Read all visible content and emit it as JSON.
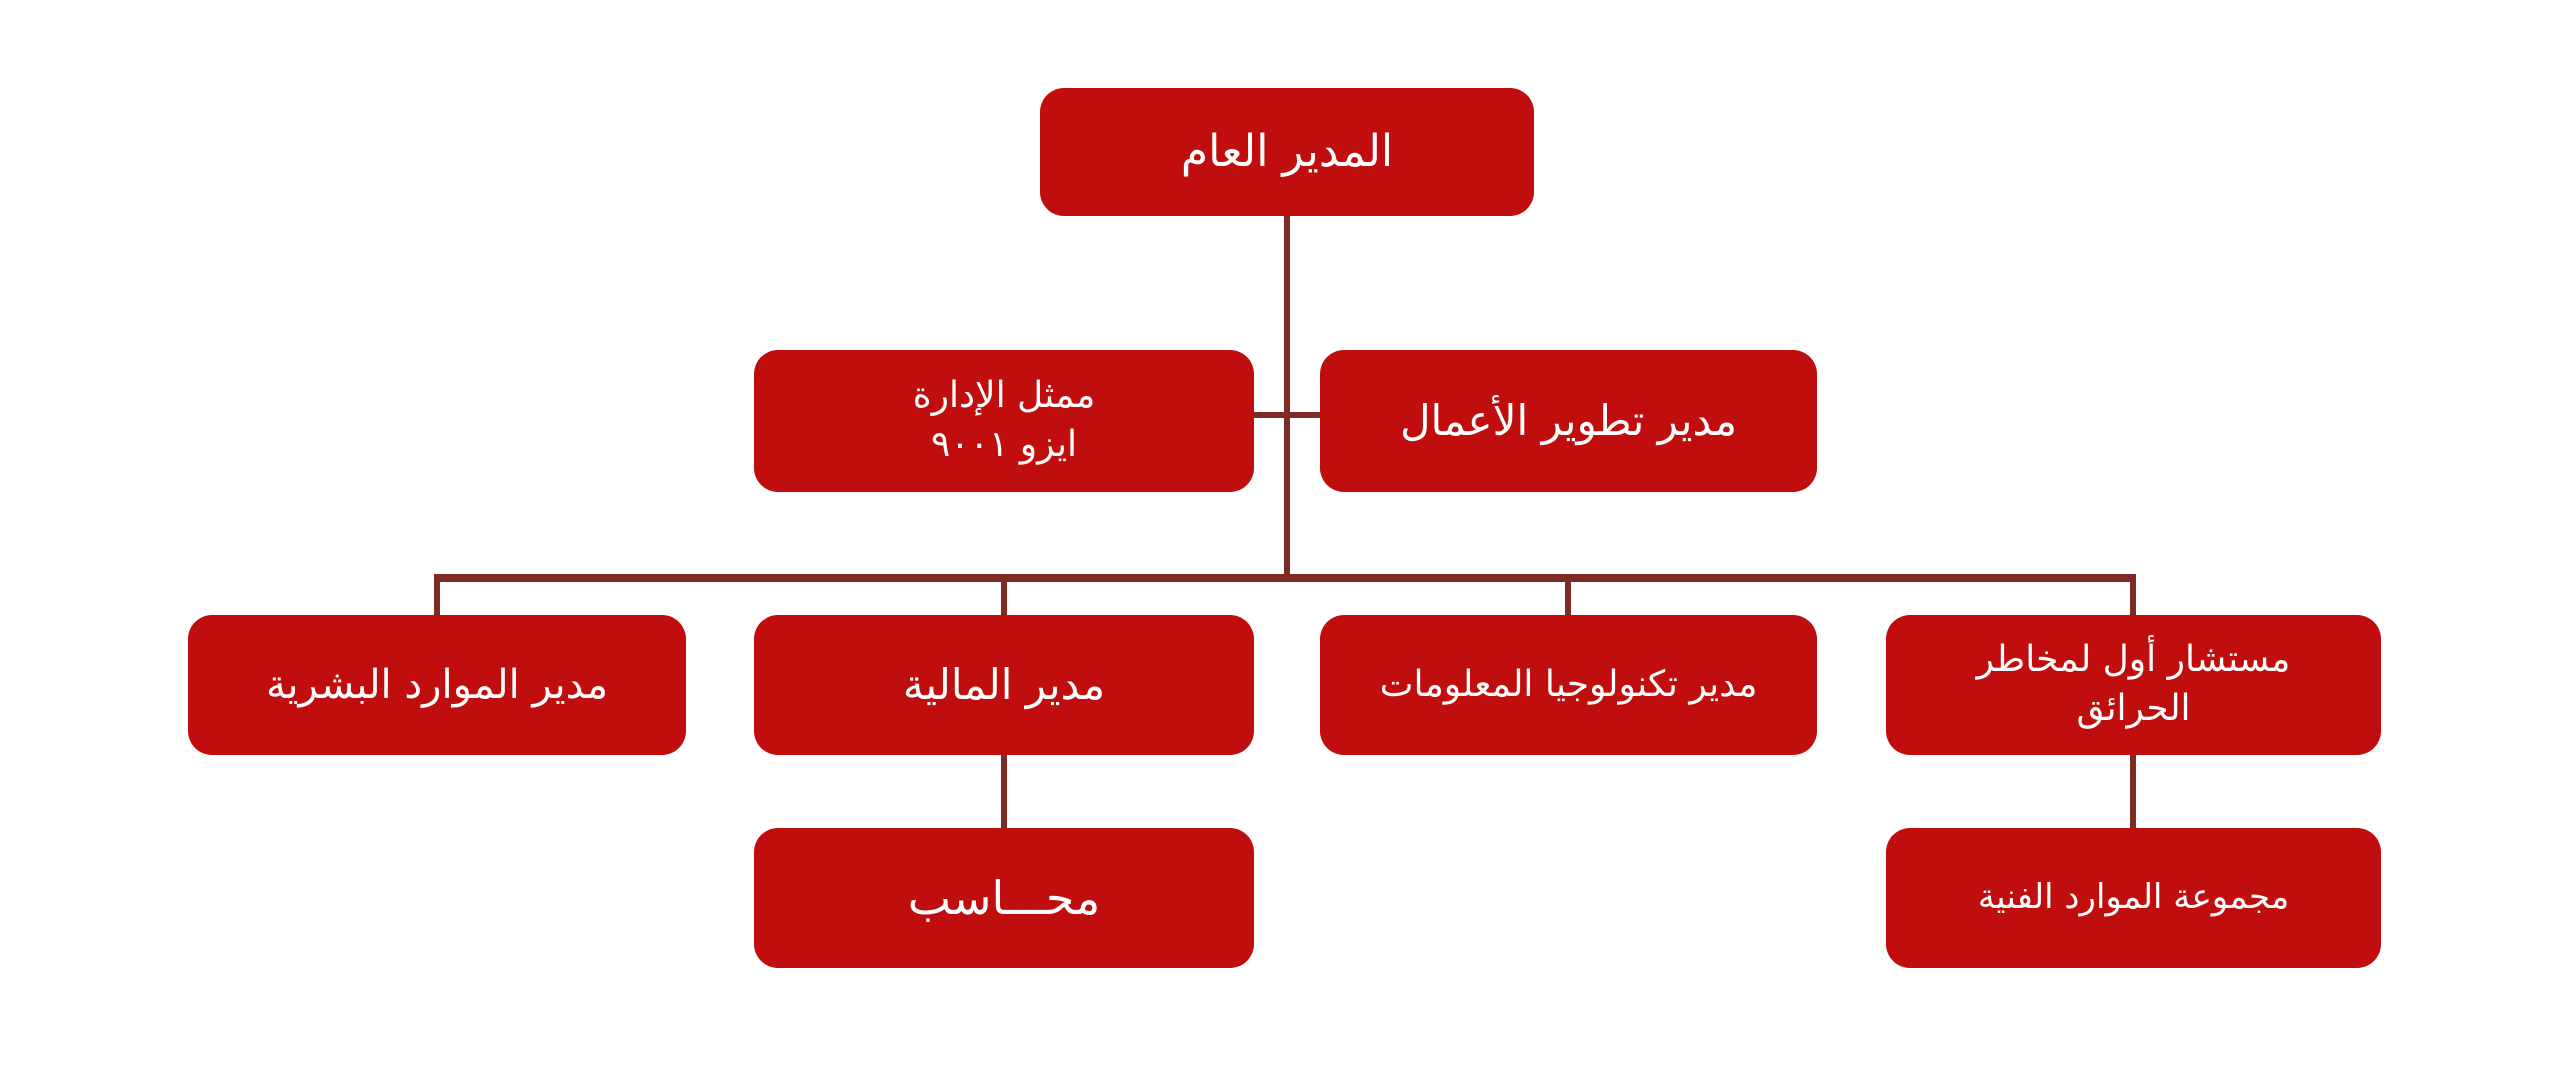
{
  "colors": {
    "box": "#c00d0d",
    "line": "#7f2b24",
    "text": "#ffffff",
    "bg": "#ffffff"
  },
  "org_chart": {
    "nodes": {
      "general_manager": {
        "label": "المدير العام"
      },
      "iso_rep": {
        "label": "ممثل الإدارة\nايزو ٩٠٠١"
      },
      "business_dev": {
        "label": "مدير تطوير الأعمال"
      },
      "hr": {
        "label": "مدير الموارد البشرية"
      },
      "finance": {
        "label": "مدير المالية"
      },
      "it": {
        "label": "مدير تكنولوجيا المعلومات"
      },
      "fire_consultant": {
        "label": "مستشار أول لمخاطر\nالحرائق"
      },
      "accountant": {
        "label": "محـــاسب"
      },
      "technical_resources": {
        "label": "مجموعة الموارد الفنية"
      }
    }
  }
}
